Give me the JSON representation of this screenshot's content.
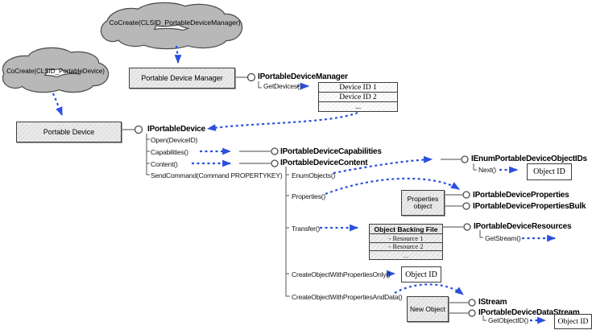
{
  "diagram": {
    "cloud_manager": "CoCreate(CLSID_PortableDeviceManager)",
    "cloud_device": "CoCreate(CLSID_PortableDevice)",
    "box_manager": "Portable Device Manager",
    "box_device": "Portable Device",
    "box_properties_object": "Properties object",
    "box_new_object": "New Object",
    "iface_manager": "IPortableDeviceManager",
    "m_getdevices": "GetDevices()",
    "iface_device": "IPortableDevice",
    "m_open": "Open(DeviceID)",
    "m_capabilities": "Capabilities()",
    "m_content": "Content()",
    "m_sendcommand": "SendCommand(Command PROPERTYKEY)",
    "iface_capabilities": "IPortableDeviceCapabilities",
    "iface_content": "IPortableDeviceContent",
    "m_enumobjects": "EnumObjects()",
    "m_properties": "Properties()",
    "m_transfer": "Transfer()",
    "m_createonly": "CreateObjectWithPropertiesOnly()",
    "m_createdata": "CreateObjectWithPropertiesAndData()",
    "iface_enum": "IEnumPortableDeviceObjectIDs",
    "m_next": "Next()",
    "iface_properties": "IPortableDeviceProperties",
    "iface_propertiesbulk": "IPortableDevicePropertiesBulk",
    "iface_resources": "IPortableDeviceResources",
    "m_getstream": "GetStream()",
    "iface_istream": "IStream",
    "iface_datastream": "IPortableDeviceDataStream",
    "m_getobjectid": "GetObjectID()",
    "device_list": [
      "Device ID 1",
      "Device ID 2",
      "..."
    ],
    "backing_file_title": "Object Backing File",
    "backing_rows": [
      "- Resource 1",
      "- Resource 2",
      "..."
    ],
    "object_id": "Object ID"
  },
  "colors": {
    "arrow_blue": "#2b50dd",
    "cloud_fill": "#b8b8b8",
    "box_fill": "#e6e6e6",
    "connector_gray": "#6e6e6e"
  }
}
